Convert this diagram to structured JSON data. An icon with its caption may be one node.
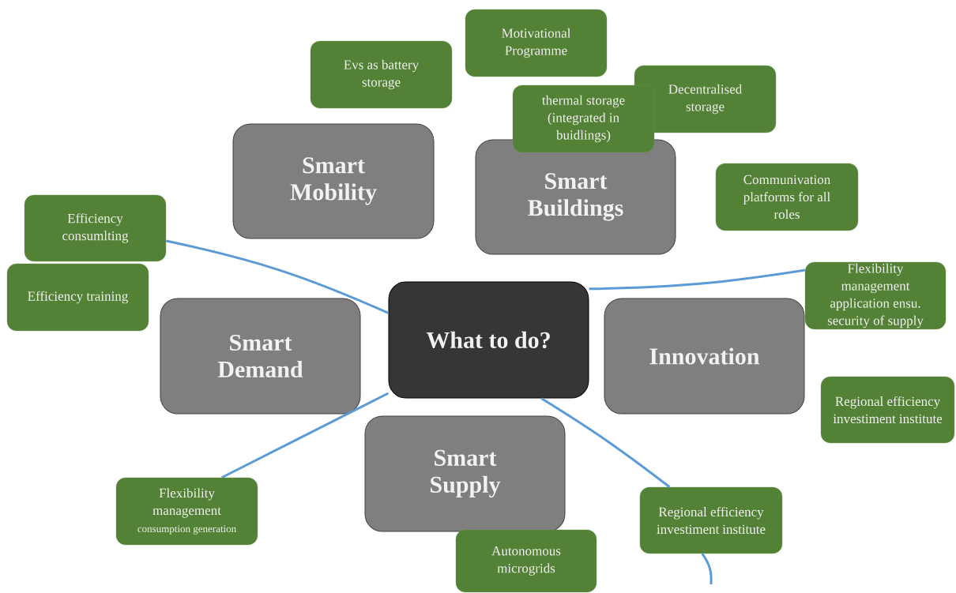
{
  "diagram": {
    "nodes": [
      {
        "text": [
          "Motivational Programme"
        ]
      },
      {
        "text": [
          "Evs as battery storage"
        ]
      },
      {
        "text": [
          "Decentralised storage"
        ]
      },
      {
        "text": [
          "thermal storage (integrated in buidlings)"
        ]
      },
      {
        "text": [
          "Smart Mobility"
        ]
      },
      {
        "text": [
          "Smart Buildings"
        ]
      },
      {
        "text": [
          "Communivation platforms for all roles"
        ]
      },
      {
        "text": [
          "Efficiency consumlting"
        ]
      },
      {
        "text": [
          "Efficiency training"
        ]
      },
      {
        "text": [
          "Flexibility management application ensu. security of supply"
        ]
      },
      {
        "text": [
          "What to do?"
        ]
      },
      {
        "text": [
          "Smart Demand"
        ]
      },
      {
        "text": [
          "Innovation"
        ]
      },
      {
        "text": [
          "Regional efficiency investiment institute"
        ]
      },
      {
        "text": [
          "Smart Supply"
        ]
      },
      {
        "text": [
          "Flexibility management",
          "consumption generation"
        ]
      },
      {
        "text": [
          "Regional efficiency investiment institute"
        ]
      },
      {
        "text": [
          "Autonomous microgrids"
        ]
      }
    ],
    "edges": [
      {
        "from": 10,
        "to": 7,
        "arrow": "none"
      },
      {
        "from": 10,
        "to": 9,
        "arrow": "none"
      },
      {
        "from": 10,
        "to": 15,
        "arrow": "none"
      },
      {
        "from": 10,
        "to": 16,
        "arrow": "none"
      },
      {
        "from": 16,
        "to": null,
        "arrow": "none"
      }
    ]
  }
}
